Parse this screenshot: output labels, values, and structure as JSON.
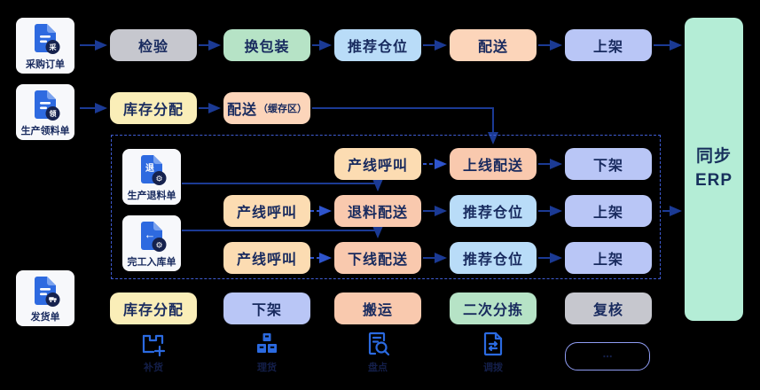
{
  "cards": [
    {
      "label": "采购订单",
      "badge": "采"
    },
    {
      "label": "生产领料单",
      "badge": "领"
    },
    {
      "label": "生产退料单",
      "badge": "⚙",
      "doc_mark": "退"
    },
    {
      "label": "完工入库单",
      "badge": "⚙",
      "doc_mark": "←"
    },
    {
      "label": "发货单"
    }
  ],
  "flows": {
    "inbound": [
      "检验",
      "换包装",
      "推荐仓位",
      "配送",
      "上架"
    ],
    "material_issue": {
      "allocate": "库存分配",
      "delivery": "配送",
      "delivery_sub": "（缓存区）"
    },
    "online": {
      "call": "产线呼叫",
      "delivery": "上线配送",
      "shelf": "下架"
    },
    "return": {
      "call": "产线呼叫",
      "delivery": "退料配送",
      "slot": "推荐仓位",
      "shelf": "上架"
    },
    "offline": {
      "call": "产线呼叫",
      "delivery": "下线配送",
      "slot": "推荐仓位",
      "shelf": "上架"
    },
    "outbound": [
      "库存分配",
      "下架",
      "搬运",
      "二次分拣",
      "复核"
    ]
  },
  "erp": {
    "line1": "同步",
    "line2": "ERP"
  },
  "footer": {
    "tools": [
      {
        "icon": "replenish-icon",
        "label": "补货"
      },
      {
        "icon": "tally-icon",
        "label": "理货"
      },
      {
        "icon": "stocktake-icon",
        "label": "盘点"
      },
      {
        "icon": "transfer-icon",
        "label": "调拨"
      }
    ],
    "more_label": "⋯"
  },
  "colors": {
    "accent_blue": "#2b6ae0",
    "arrow_solid": "#1b3a94",
    "arrow_dashed": "#2e54cc",
    "dashed_border": "#3f5cd2",
    "erp_bg": "#b4edd6",
    "text_navy": "#182a5e"
  }
}
